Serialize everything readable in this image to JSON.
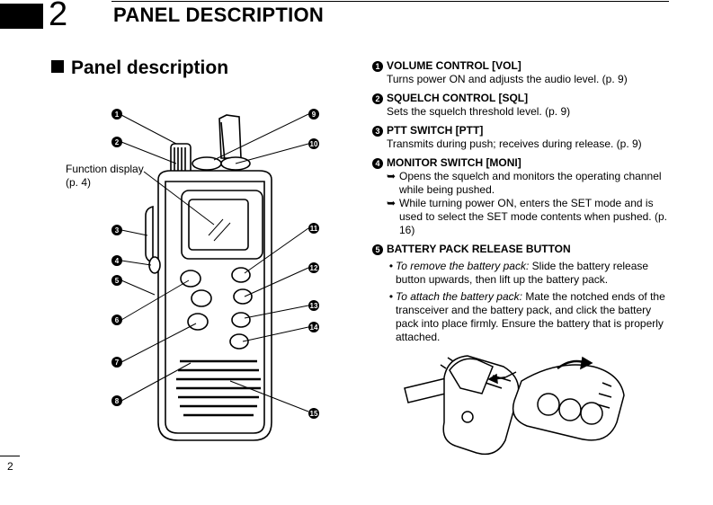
{
  "chapter": {
    "number": "2",
    "title": "PANEL DESCRIPTION"
  },
  "section_title": "Panel description",
  "function_display_label": {
    "line1": "Function display",
    "line2": "(p. 4)"
  },
  "callouts": [
    "1",
    "2",
    "3",
    "4",
    "5",
    "6",
    "7",
    "8",
    "9",
    "10",
    "11",
    "12",
    "13",
    "14",
    "15"
  ],
  "items": [
    {
      "num": "1",
      "title": "VOLUME CONTROL [VOL]",
      "text": "Turns power ON and adjusts the audio level. (p. 9)"
    },
    {
      "num": "2",
      "title": "SQUELCH CONTROL [SQL]",
      "text": "Sets the squelch threshold level. (p. 9)"
    },
    {
      "num": "3",
      "title": "PTT SWITCH [PTT]",
      "text": "Transmits during push; receives during release. (p. 9)"
    },
    {
      "num": "4",
      "title": "MONITOR SWITCH [MONI]",
      "lines": [
        "Opens the squelch and monitors the operating channel while being pushed.",
        "While turning power ON, enters the SET mode and is used to select the SET mode contents when pushed. (p. 16)"
      ]
    },
    {
      "num": "5",
      "title": "BATTERY PACK RELEASE BUTTON",
      "bullets": [
        {
          "lead": "To remove the battery pack:",
          "text": " Slide the battery release button upwards, then lift up the battery pack."
        },
        {
          "lead": "To attach the battery pack:",
          "text": " Mate the notched ends of the transceiver and the battery pack, and click the battery pack into place firmly. Ensure the battery that is properly attached."
        }
      ]
    }
  ],
  "page_number": "2"
}
